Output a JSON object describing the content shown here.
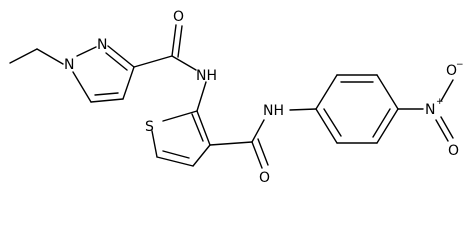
{
  "molecule": {
    "atom_labels": {
      "n_pyrazole_1": "N",
      "n_pyrazole_2": "N",
      "o_amide_1": "O",
      "nh_amide_1": "NH",
      "s_thiophene": "S",
      "nh_amide_2": "NH",
      "o_amide_2": "O",
      "n_nitro": "N",
      "o_nitro_single": "O",
      "o_nitro_double": "O",
      "charge_plus": "+",
      "charge_minus": "−"
    }
  }
}
